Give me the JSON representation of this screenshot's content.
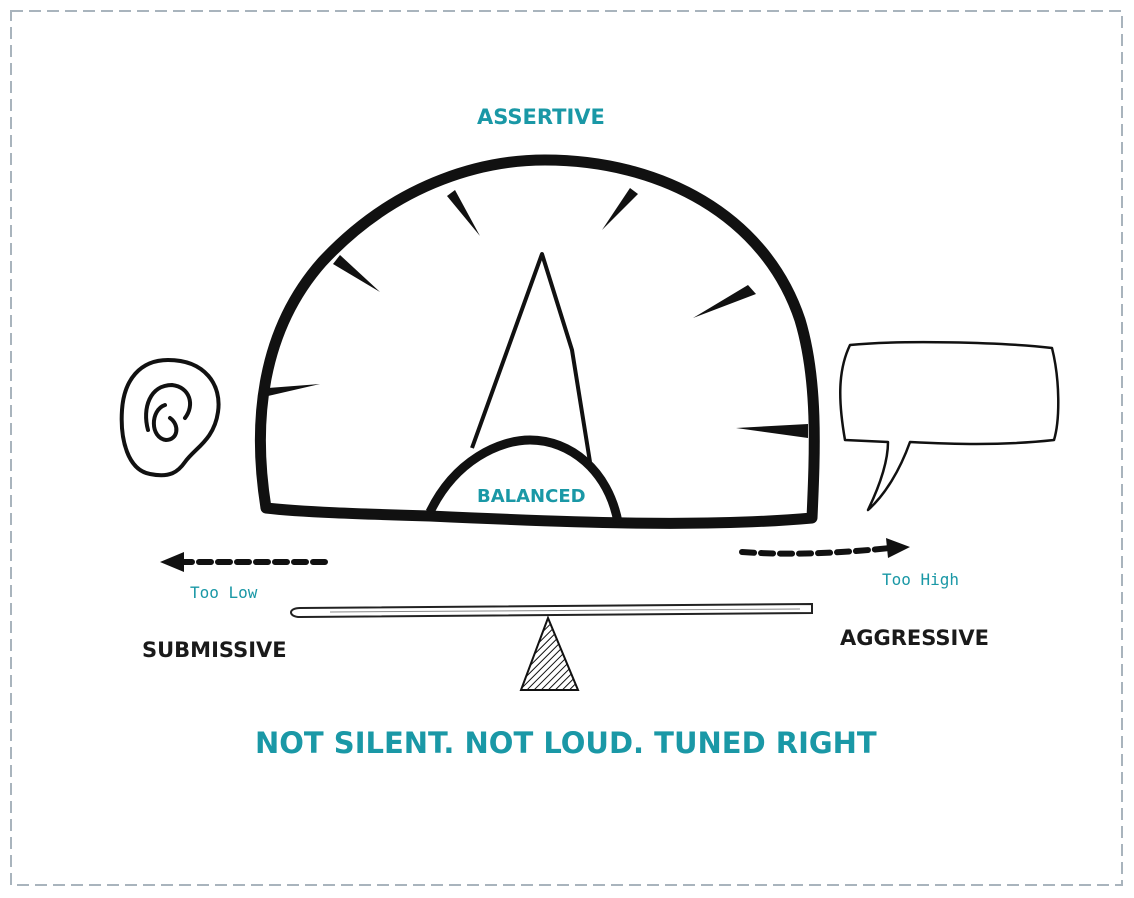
{
  "labels": {
    "assertive": "ASSERTIVE",
    "balanced": "BALANCED",
    "too_low": "Too Low",
    "too_high": "Too High",
    "submissive": "SUBMISSIVE",
    "aggressive": "AGGRESSIVE",
    "tagline": "NOT SILENT. NOT LOUD. TUNED RIGHT"
  },
  "colors": {
    "accent": "#1a98a6",
    "ink": "#111111",
    "border": "#a9b4bd"
  }
}
